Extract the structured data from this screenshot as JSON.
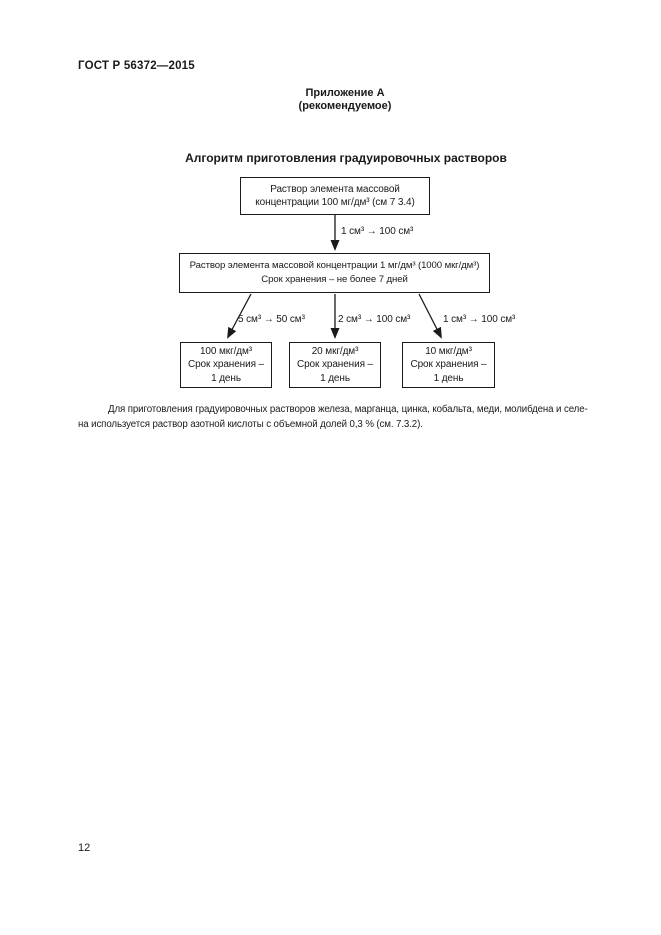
{
  "page": {
    "header": "ГОСТ Р 56372—2015",
    "annex": {
      "title": "Приложение А",
      "subtitle": "(рекомендуемое)"
    },
    "diagram_title": "Алгоритм приготовления градуировочных растворов",
    "page_number": "12"
  },
  "flowchart": {
    "top_box": {
      "line1": "Раствор элемента массовой",
      "line2": "концентрации 100 мг/дм³ (см 7 3.4)"
    },
    "top_arrow_label": "1 см³ → 100 см³",
    "middle_box": {
      "line1": "Раствор элемента массовой концентрации 1 мг/дм³ (1000 мкг/дм³)",
      "line2": "Срок хранения – не более 7 дней"
    },
    "branches": [
      {
        "arrow_label": "5 см³ → 50 см³",
        "box_line1": "100 мкг/дм³",
        "box_line2": "Срок хранения –",
        "box_line3": "1 день"
      },
      {
        "arrow_label": "2 см³ → 100 см³",
        "box_line1": "20 мкг/дм³",
        "box_line2": "Срок хранения –",
        "box_line3": "1 день"
      },
      {
        "arrow_label": "1 см³ → 100 см³",
        "box_line1": "10 мкг/дм³",
        "box_line2": "Срок хранения –",
        "box_line3": "1 день"
      }
    ]
  },
  "note": {
    "line1": "Для приготовления градуировочных растворов железа, марганца, цинка, кобальта, меди, молибдена и селе-",
    "line2": "на используется раствор азотной кислоты с объемной долей 0,3 % (см. 7.3.2)."
  },
  "colors": {
    "text": "#1a1a1a",
    "background": "#ffffff",
    "box_border": "#1a1a1a"
  }
}
